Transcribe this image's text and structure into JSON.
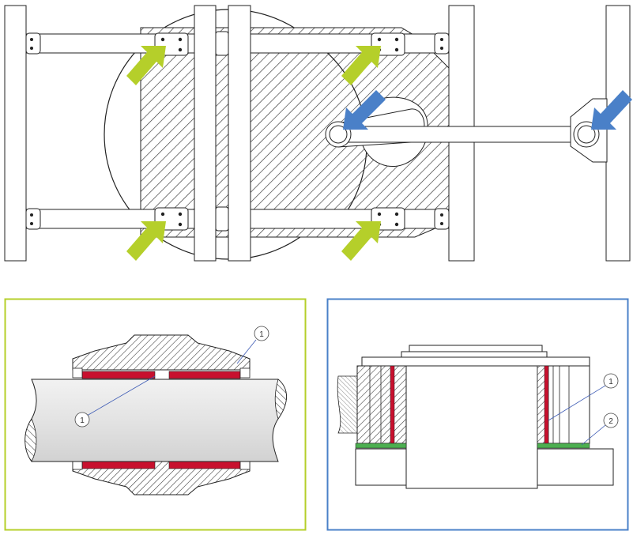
{
  "colors": {
    "highlight_arrow": "#b5cf2a",
    "secondary_arrow": "#4a80c8",
    "detail_panel_1_border": "#b5cf2a",
    "detail_panel_2_border": "#4a80c8",
    "bushing": "#c8102e",
    "washer": "#4caf50",
    "line": "#222222",
    "hatch": "#333333"
  },
  "overview": {
    "green_arrows": 4,
    "blue_arrows": 2
  },
  "detail_1": {
    "callouts": [
      {
        "label": "1"
      },
      {
        "label": "1"
      }
    ]
  },
  "detail_2": {
    "callouts": [
      {
        "label": "1"
      },
      {
        "label": "2"
      }
    ]
  }
}
